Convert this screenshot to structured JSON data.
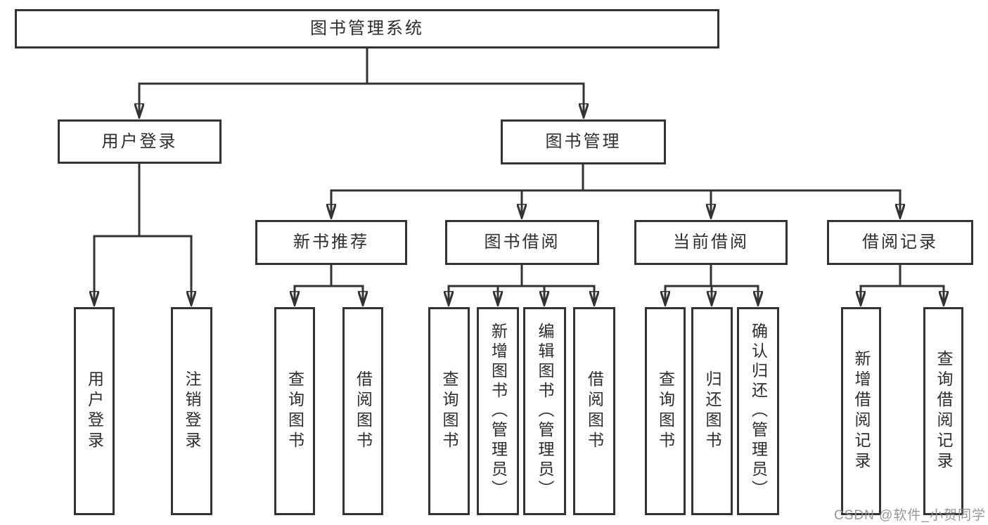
{
  "root": {
    "label": "图书管理系统"
  },
  "branches": {
    "user_login": {
      "label": "用户登录"
    },
    "book_mgmt": {
      "label": "图书管理"
    }
  },
  "modules": {
    "new_book_rec": {
      "label": "新书推荐"
    },
    "book_borrow": {
      "label": "图书借阅"
    },
    "current_borrow": {
      "label": "当前借阅"
    },
    "borrow_record": {
      "label": "借阅记录"
    }
  },
  "functions": {
    "user_login": {
      "label": "用户登录"
    },
    "logout": {
      "label": "注销登录"
    },
    "rec_query_book": {
      "label": "查询图书"
    },
    "rec_borrow_book": {
      "label": "借阅图书"
    },
    "bb_query_book": {
      "label": "查询图书"
    },
    "bb_add_book": {
      "label": "新增图书（管理员）"
    },
    "bb_edit_book": {
      "label": "编辑图书（管理员）"
    },
    "bb_borrow_book": {
      "label": "借阅图书"
    },
    "cb_query_book": {
      "label": "查询图书"
    },
    "cb_return_book": {
      "label": "归还图书"
    },
    "cb_confirm_return": {
      "label": "确认归还（管理员）"
    },
    "br_add_record": {
      "label": "新增借阅记录"
    },
    "br_query_record": {
      "label": "查询借阅记录"
    }
  },
  "watermark": {
    "text": "CSDN @软件_小贺同学"
  },
  "colors": {
    "line": "#333333",
    "text": "#2d2d2d",
    "watermark": "#919191",
    "background": "#ffffff"
  }
}
